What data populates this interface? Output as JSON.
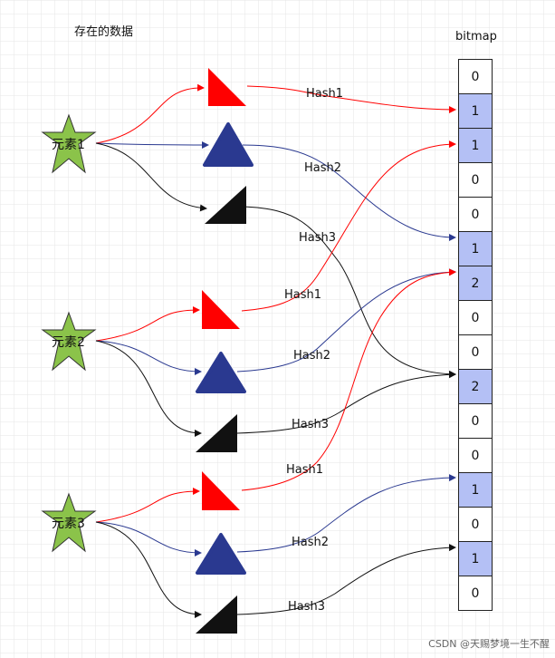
{
  "title": "存在的数据",
  "bitmap": {
    "label": "bitmap",
    "filled_color": "#b4c0f5",
    "cells": [
      "0",
      "1",
      "1",
      "0",
      "0",
      "1",
      "2",
      "0",
      "0",
      "2",
      "0",
      "0",
      "1",
      "0",
      "1",
      "0"
    ],
    "filled": [
      false,
      true,
      true,
      false,
      false,
      true,
      true,
      false,
      false,
      true,
      false,
      false,
      true,
      false,
      true,
      false
    ]
  },
  "elements": [
    {
      "label": "元素1",
      "hash_labels": [
        "Hash1",
        "Hash2",
        "Hash3"
      ]
    },
    {
      "label": "元素2",
      "hash_labels": [
        "Hash1",
        "Hash2",
        "Hash3"
      ]
    },
    {
      "label": "元素3",
      "hash_labels": [
        "Hash1",
        "Hash2",
        "Hash3"
      ]
    }
  ],
  "colors": {
    "hash1": "#ff0000",
    "hash2": "#2a3990",
    "hash3": "#111111",
    "star": "#8bc34a",
    "grid": "#e6e6e6"
  },
  "watermark": "CSDN @天赐梦境一生不醒"
}
